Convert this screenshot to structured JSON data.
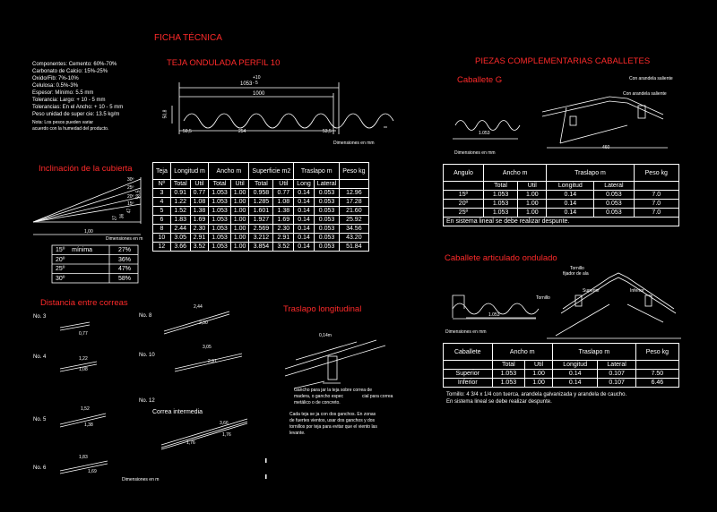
{
  "titles": {
    "ficha": "FICHA TÉCNICA",
    "teja": "TEJA ONDULADA PERFIL 10",
    "piezas": "PIEZAS COMPLEMENTARIAS CABALLETES",
    "inclinacion": "Inclinación de la cubierta",
    "distancia": "Distancia entre correas",
    "traslapo": "Traslapo longitudinal",
    "caballete_g": "Caballete G",
    "caballete_art": "Caballete articulado ondulado"
  },
  "ficha_lines": [
    "Componentes: Cemento: 60%-70%",
    "Carbonato de Calcio: 15%-25%",
    "Oxido/Fib: 7%-10%",
    "Celulosa: 0.5%-3%",
    "Espesor: Mínimo: 5.5 mm",
    "Tolerancia: Largo: + 10 - 5 mm",
    "Tolerancias: En el Ancho: + 10 - 5 mm",
    "Peso unidad de super    cie: 13.5 kg/m"
  ],
  "ficha_note": [
    "Nota: Los pesos pueden variar",
    "acuerdo con la humedad del producto."
  ],
  "teja_profile": {
    "dim_top1": "+10",
    "dim_top2": "- 5",
    "dim_1053": "1053",
    "dim_1000": "1000",
    "dim_left": "50,8",
    "dim_505": "50,5",
    "dim_254": "254",
    "dim_535": "53,5",
    "units": "Dimensiones en mm"
  },
  "teja_table": {
    "head1": [
      "Teja",
      "Longitud m",
      "Ancho m",
      "Superficie m2",
      "Traslapo m",
      "Peso kg"
    ],
    "head2": [
      "Nº",
      "Total",
      "Útil",
      "Total",
      "Útil",
      "Total",
      "Útil",
      "Long",
      "Lateral",
      ""
    ],
    "rows": [
      [
        "3",
        "0.91",
        "0.77",
        "1.053",
        "1.00",
        "0.958",
        "0.77",
        "0.14",
        "0.053",
        "12.96"
      ],
      [
        "4",
        "1.22",
        "1.08",
        "1.053",
        "1.00",
        "1.285",
        "1.08",
        "0.14",
        "0.053",
        "17.28"
      ],
      [
        "5",
        "1.52",
        "1.38",
        "1.053",
        "1.00",
        "1.601",
        "1.38",
        "0.14",
        "0.053",
        "21.60"
      ],
      [
        "6",
        "1.83",
        "1.69",
        "1.053",
        "1.00",
        "1.927",
        "1.69",
        "0.14",
        "0.053",
        "25.92"
      ],
      [
        "8",
        "2.44",
        "2.30",
        "1.053",
        "1.00",
        "2.569",
        "2.30",
        "0.14",
        "0.053",
        "34.56"
      ],
      [
        "10",
        "3.05",
        "2.91",
        "1.053",
        "1.00",
        "3.212",
        "2.91",
        "0.14",
        "0.053",
        "43.20"
      ],
      [
        "12",
        "3.66",
        "3.52",
        "1.053",
        "1.00",
        "3.854",
        "3.52",
        "0.14",
        "0.053",
        "51.84"
      ]
    ]
  },
  "incl": {
    "labels": [
      "30º",
      "25º",
      "20º",
      "15º"
    ],
    "dims": [
      "58,5",
      "47",
      "36",
      "27"
    ],
    "base": "1,00",
    "units": "Dimensiones en m",
    "rows": [
      [
        "15º",
        "mínima",
        "27%"
      ],
      [
        "20º",
        "",
        "36%"
      ],
      [
        "25º",
        "",
        "47%"
      ],
      [
        "30º",
        "",
        "58%"
      ]
    ]
  },
  "correas": {
    "items": [
      {
        "no": "No. 3",
        "a": "",
        "b": "0,77"
      },
      {
        "no": "No. 4",
        "a": "1,22",
        "b": "1,08"
      },
      {
        "no": "No. 5",
        "a": "1,52",
        "b": "1,38"
      },
      {
        "no": "No. 6",
        "a": "1,83",
        "b": "1,69"
      },
      {
        "no": "No. 8",
        "a": "2,44",
        "b": "2,30"
      },
      {
        "no": "No. 10",
        "a": "3,05",
        "b": "2,91"
      },
      {
        "no": "No. 12",
        "a": "3,66",
        "b": ""
      }
    ],
    "intermedia": "Correa intermedia",
    "sub1": "1,76",
    "sub2": "1,76",
    "units": "Dimensiones en m"
  },
  "traslapo": {
    "dim": "0,14m",
    "gancho": "Gancho para      jar la teja sobre correa de",
    "gancho2": "madera, o gancho espec",
    "gancho3": "metálico o de concreto.",
    "gancho4": "cial para correa",
    "note": [
      "Cada teja se     ja con dos ganchos. En zonas",
      "de fuertes vientos, usar dos ganchos y dos",
      "tornillos por teja para evitar que el viento las",
      "levante."
    ]
  },
  "caballete_g": {
    "dim_1053": "1.053",
    "units": "Dimensiones en mm",
    "ala1": "Con arandela saliente",
    "ala2": "Con arandela saliente",
    "dim_460": "460",
    "table": {
      "head1": [
        "Angulo",
        "Ancho m",
        "Traslapo m",
        "Peso kg"
      ],
      "head2": [
        "",
        "Total",
        "Útil",
        "Longitud",
        "Lateral",
        ""
      ],
      "rows": [
        [
          "15º",
          "1.053",
          "1.00",
          "0.14",
          "0.053",
          "7.0"
        ],
        [
          "20º",
          "1.053",
          "1.00",
          "0.14",
          "0.053",
          "7.0"
        ],
        [
          "25º",
          "1.053",
          "1.00",
          "0.14",
          "0.053",
          "7.0"
        ]
      ],
      "note": "En sistema lineal se debe realizar despunte."
    }
  },
  "caballete_art": {
    "tornillo": "Tornillo",
    "fijador": "fijador de ala",
    "tornillo2": "Tornillo",
    "superior": "Superior",
    "inferior": "Inferior",
    "dim_1053": "1.053",
    "units": "Dimensiones en mm",
    "table": {
      "head1": [
        "Caballete",
        "Ancho m",
        "Traslapo m",
        "Peso kg"
      ],
      "head2": [
        "",
        "Total",
        "Útil",
        "Longitud",
        "Lateral",
        ""
      ],
      "rows": [
        [
          "Superior",
          "1.053",
          "1.00",
          "0.14",
          "0.107",
          "7.50"
        ],
        [
          "Inferior",
          "1.053",
          "1.00",
          "0.14",
          "0.107",
          "6.46"
        ]
      ],
      "note1": "Tornillo: 4 3/4 x 1/4 con tuerca, arandela galvanizada y arandela de caucho.",
      "note2": "En sistema lineal se debe realizar despunte."
    }
  }
}
